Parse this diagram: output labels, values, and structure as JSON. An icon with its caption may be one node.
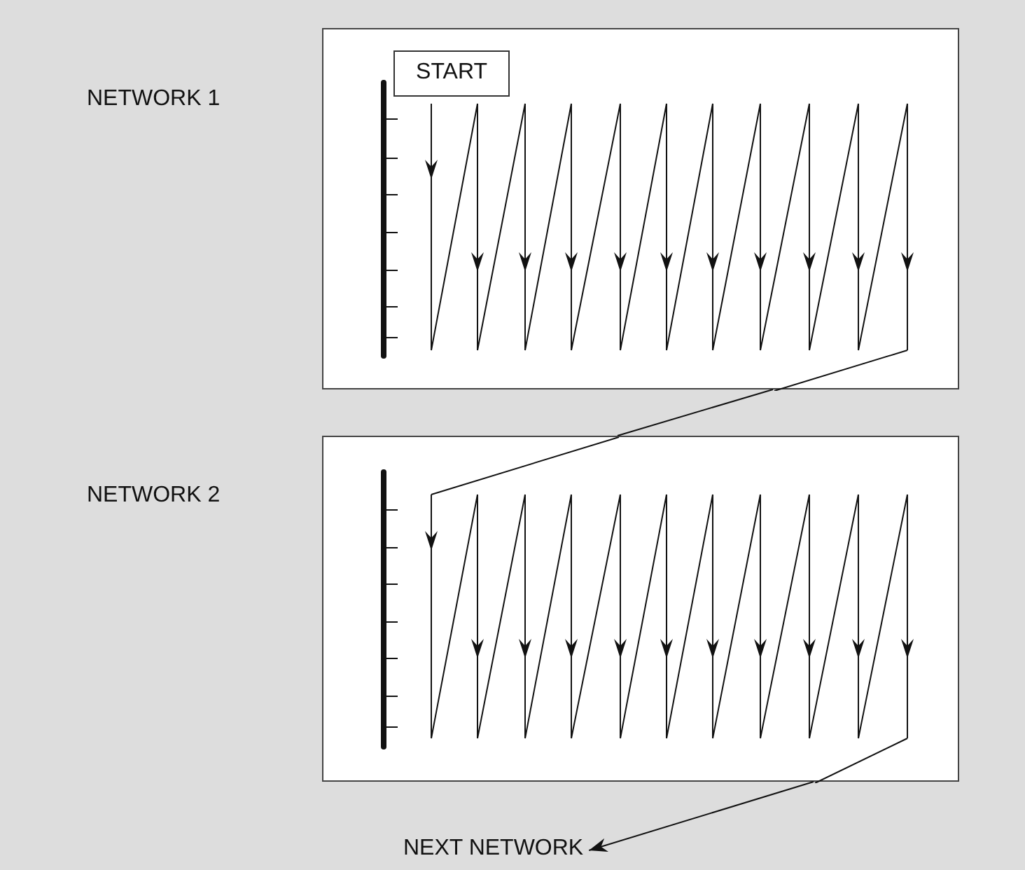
{
  "diagram": {
    "nodes": [
      {
        "text": [
          "NETWORK 1"
        ]
      },
      {
        "text": [
          "START"
        ],
        "in": 0
      },
      {
        "text": [
          "NETWORK 2"
        ]
      },
      {
        "text": [
          "NEXT NETWORK"
        ]
      }
    ],
    "edges": [
      {
        "from": 0,
        "to": 2,
        "arrow": "none"
      },
      {
        "from": 2,
        "to": 3,
        "arrow": "to"
      }
    ]
  }
}
